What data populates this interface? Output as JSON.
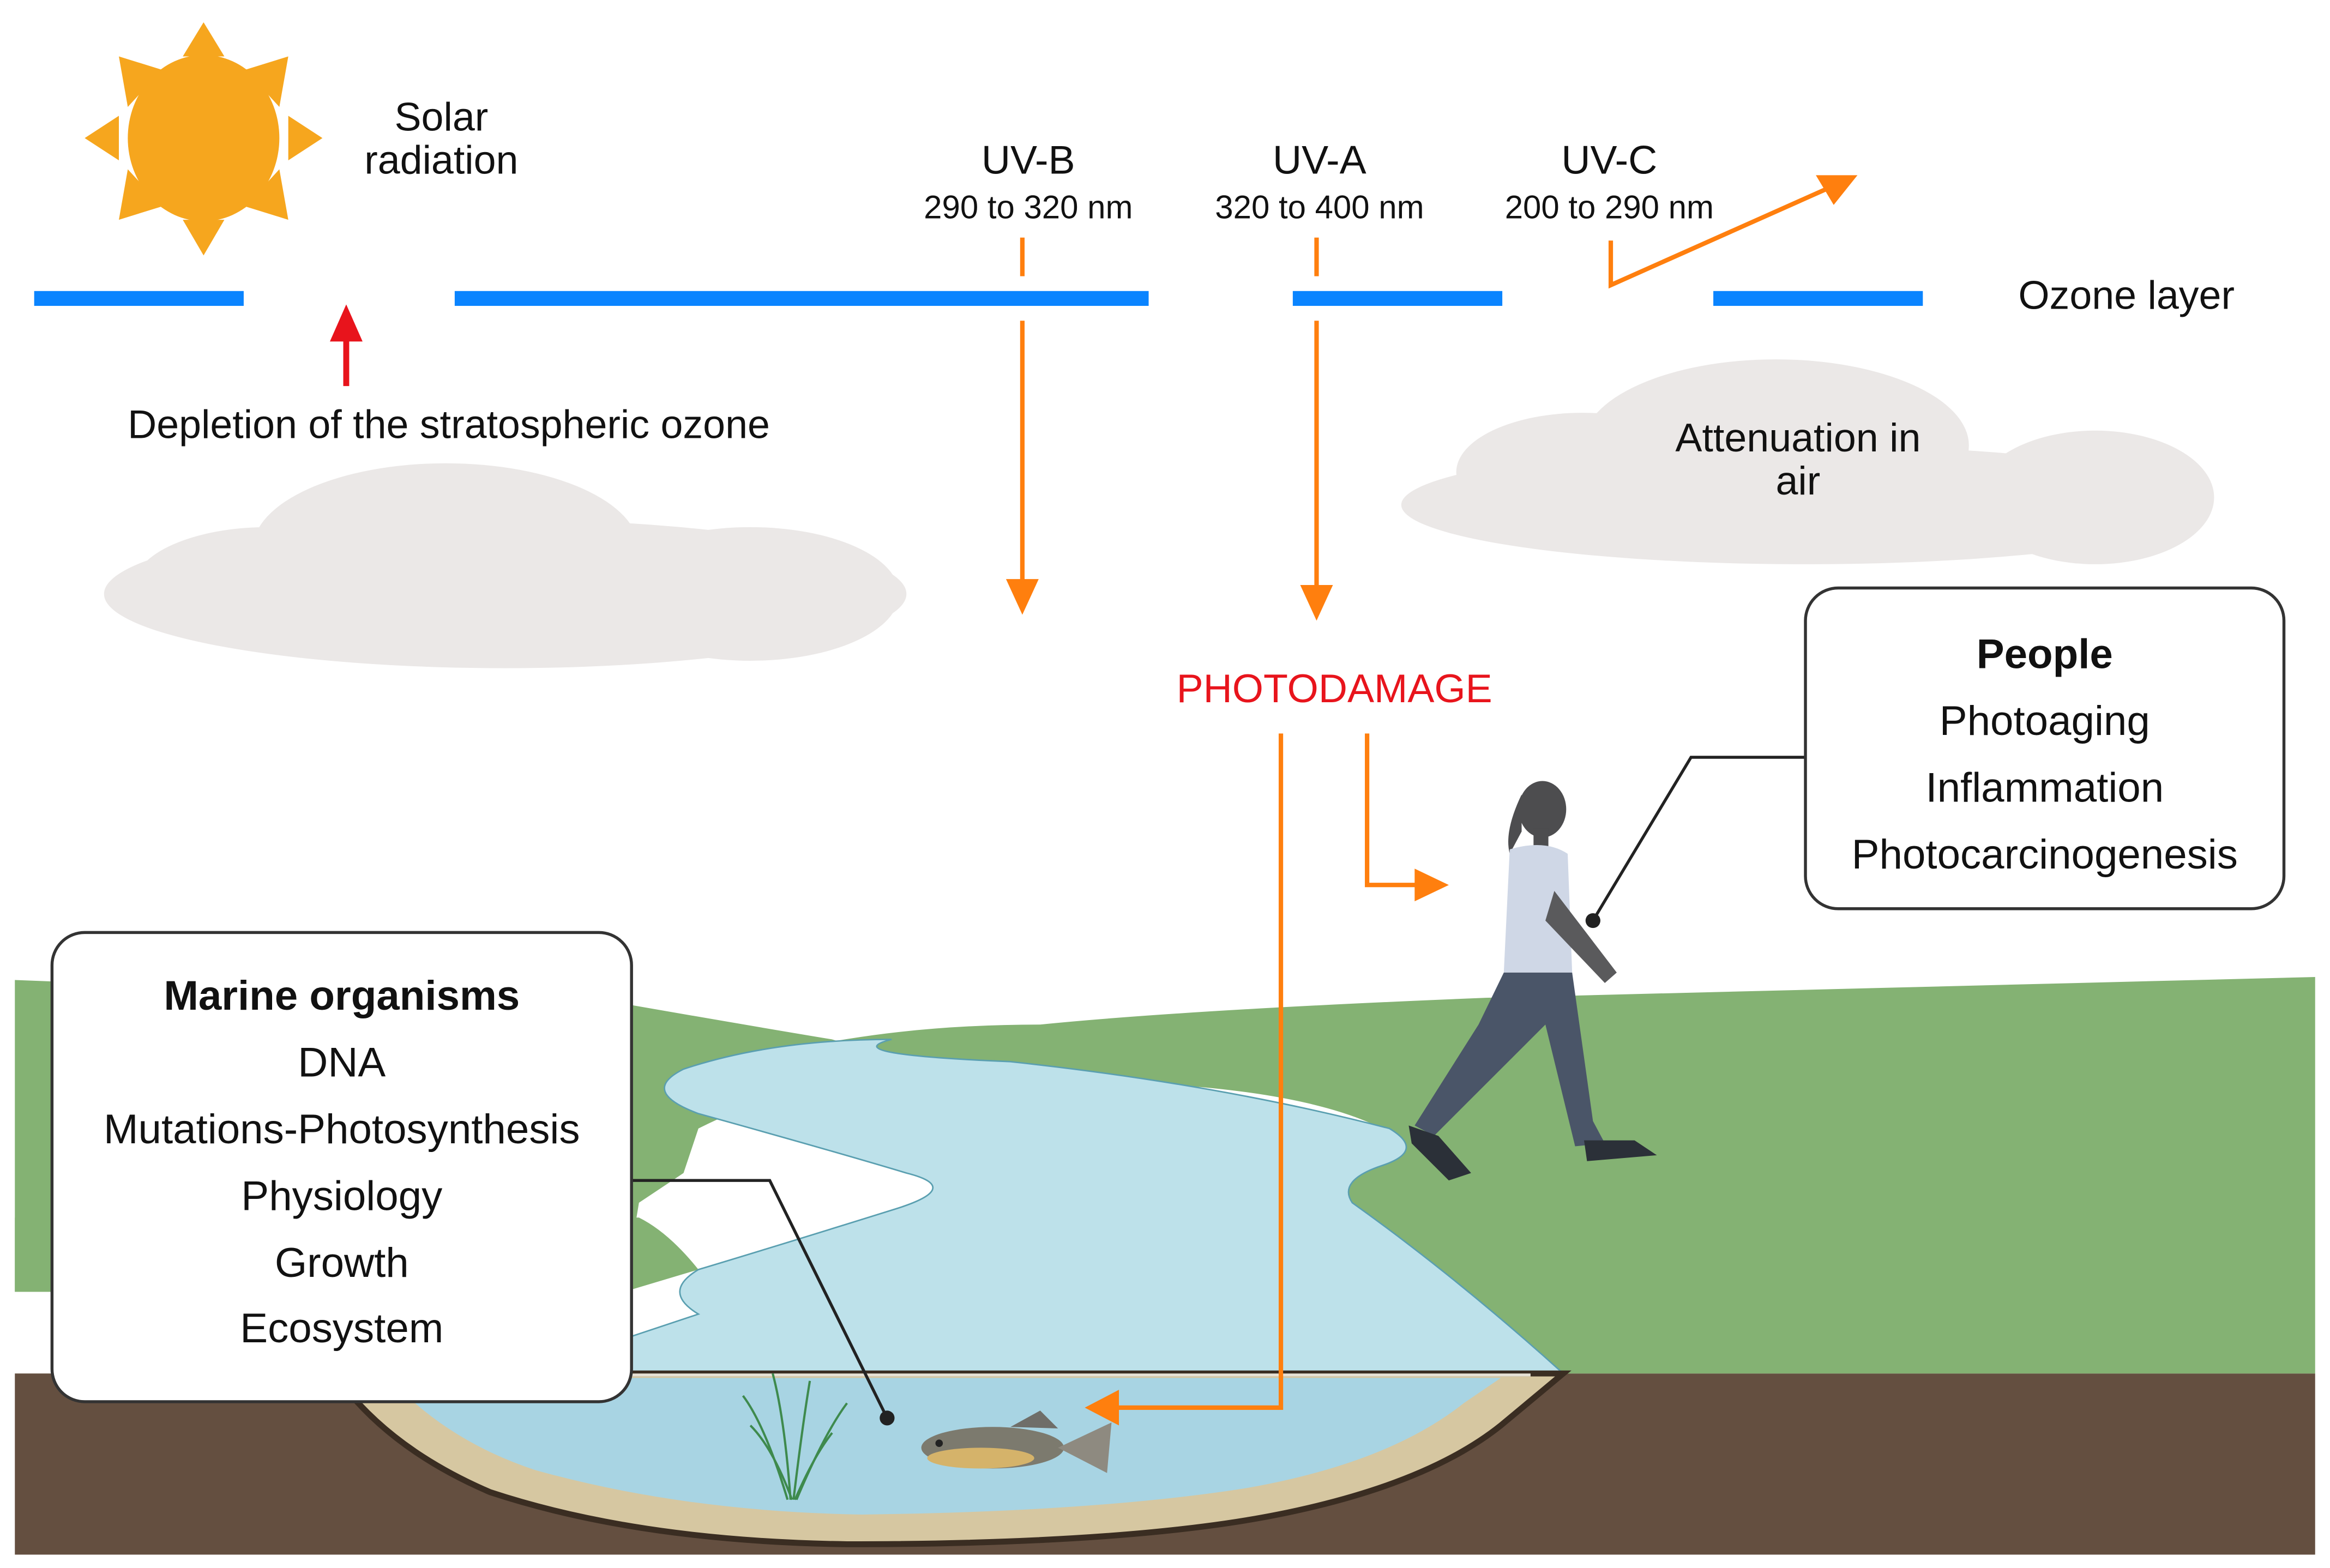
{
  "title": "Effects of UV solar radiation through the ozone layer",
  "sun": {
    "label_line1": "Solar",
    "label_line2": "radiation"
  },
  "ozone": {
    "legend_label": "Ozone layer",
    "depletion_label": "Depletion of the stratospheric ozone"
  },
  "uv_bands": [
    {
      "name": "UV-B",
      "range": "290 to 320 nm",
      "outcome": "penetrates"
    },
    {
      "name": "UV-A",
      "range": "320 to 400 nm",
      "outcome": "penetrates"
    },
    {
      "name": "UV-C",
      "range": "200 to 290 nm",
      "outcome": "reflected/absorbed"
    }
  ],
  "cloud_right": {
    "line1": "Attenuation in",
    "line2": "air"
  },
  "photodamage_label": "PHOTODAMAGE",
  "people_box": {
    "title": "People",
    "items": [
      "Photoaging",
      "Inflammation",
      "Photocarcinogenesis"
    ]
  },
  "marine_box": {
    "title": "Marine organisms",
    "items": [
      "DNA",
      "Mutations-Photosynthesis",
      "Physiology",
      "Growth",
      "Ecosystem"
    ]
  },
  "colors": {
    "sun": "#f6a61e",
    "ozone": "#0a84ff",
    "uv_arrow": "#ff7f0e",
    "depletion_arrow": "#e8141c",
    "photodamage": "#e8141c",
    "cloud": "#ebe8e7",
    "grass": "#84b273",
    "river": "#bde1ea",
    "pond": "#a8d4e3",
    "sand": "#d6c7a1",
    "soil": "#644f40"
  }
}
